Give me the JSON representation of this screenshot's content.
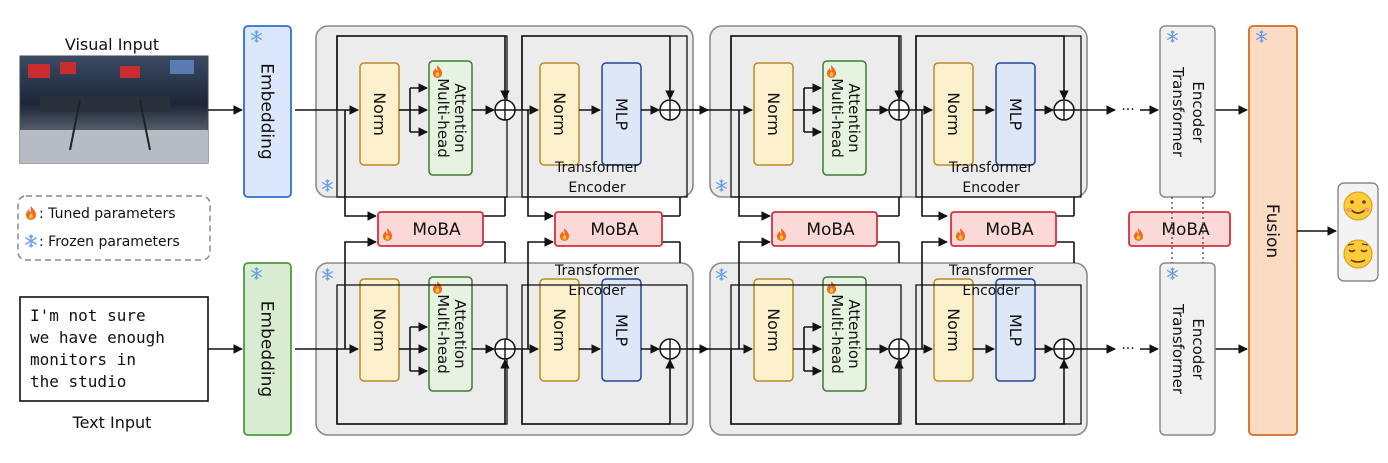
{
  "visual_input_label": "Visual Input",
  "text_input_label": "Text Input",
  "text_input_lines": [
    "I'm not sure",
    "we have enough",
    "monitors in",
    "the studio"
  ],
  "embedding_label": "Embedding",
  "norm_label": "Norm",
  "mha_line1": "Multi-head",
  "mha_line2": "Attention",
  "mlp_label": "MLP",
  "te_line1": "Transformer",
  "te_line2": "Encoder",
  "moba_label": "MoBA",
  "fusion_label": "Fusion",
  "ellipsis": "···",
  "legend": {
    "tuned": ": Tuned parameters",
    "frozen": ": Frozen parameters"
  },
  "colors": {
    "visual_embedding": "#dbe8fb",
    "visual_embedding_border": "#2f6fd1",
    "text_embedding": "#d8ecd2",
    "text_embedding_border": "#4e9a3f",
    "norm": "#fdf1cd",
    "norm_border": "#b98a2a",
    "attention": "#e6f3e0",
    "attention_border": "#3e7a34",
    "mlp": "#dde7f7",
    "mlp_border": "#23449a",
    "moba": "#fbd9d9",
    "moba_border": "#d3303a",
    "fusion": "#fbdcc2",
    "fusion_border": "#cf6c27",
    "block_bg": "#ececec",
    "block_border": "#8a8a8a",
    "collapsed_te": "#f0f0f0"
  },
  "icons": {
    "tuned": "fire-icon",
    "frozen": "snowflake-icon",
    "output_1": "smiling-face-icon",
    "output_2": "relieved-face-icon"
  }
}
